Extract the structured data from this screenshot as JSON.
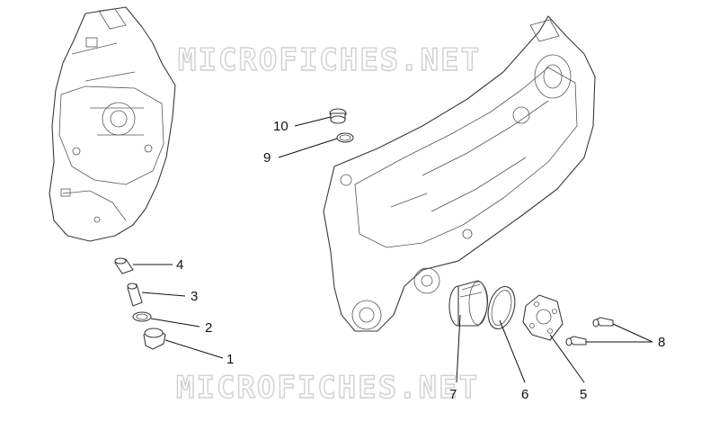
{
  "watermark": "MICROFICHES.NET",
  "callouts": [
    {
      "id": "1",
      "label": "1"
    },
    {
      "id": "2",
      "label": "2"
    },
    {
      "id": "3",
      "label": "3"
    },
    {
      "id": "4",
      "label": "4"
    },
    {
      "id": "5",
      "label": "5"
    },
    {
      "id": "6",
      "label": "6"
    },
    {
      "id": "7",
      "label": "7"
    },
    {
      "id": "8",
      "label": "8"
    },
    {
      "id": "9",
      "label": "9"
    },
    {
      "id": "10",
      "label": "10"
    }
  ],
  "colors": {
    "line": "#3a3a3a",
    "watermark": "#d0d0d0",
    "text": "#111111"
  }
}
